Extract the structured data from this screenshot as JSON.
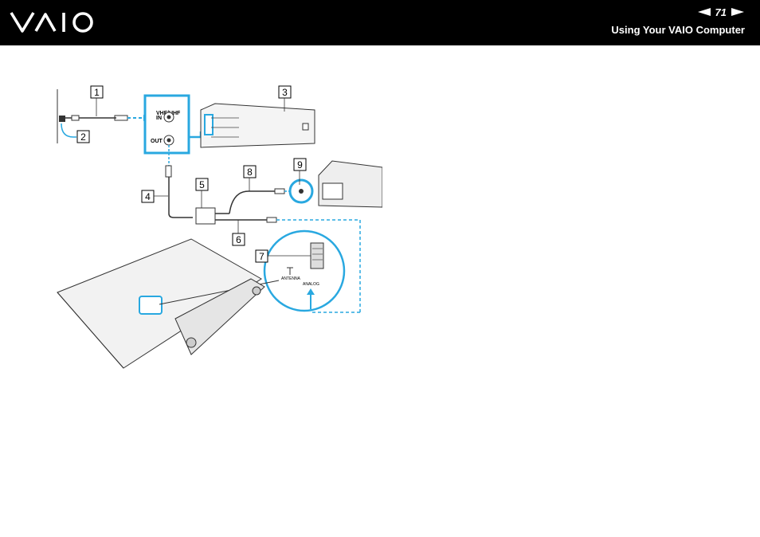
{
  "header": {
    "logo_text": "VAIO",
    "page_number": "71",
    "prev_arrow_icon": "triangle-left-icon",
    "next_arrow_icon": "triangle-right-icon",
    "section_title": "Using Your VAIO Computer"
  },
  "colors": {
    "header_bg": "#000000",
    "header_text": "#ffffff",
    "accent_blue": "#29a8e0",
    "line_art": "#333333"
  },
  "diagram": {
    "callouts": [
      "1",
      "2",
      "3",
      "4",
      "5",
      "6",
      "7",
      "8",
      "9"
    ],
    "port_labels": {
      "vhf_uhf": "VHF/UHF",
      "in": "IN",
      "out": "OUT",
      "antenna": "ANTENNA",
      "analog": "ANALOG"
    }
  }
}
